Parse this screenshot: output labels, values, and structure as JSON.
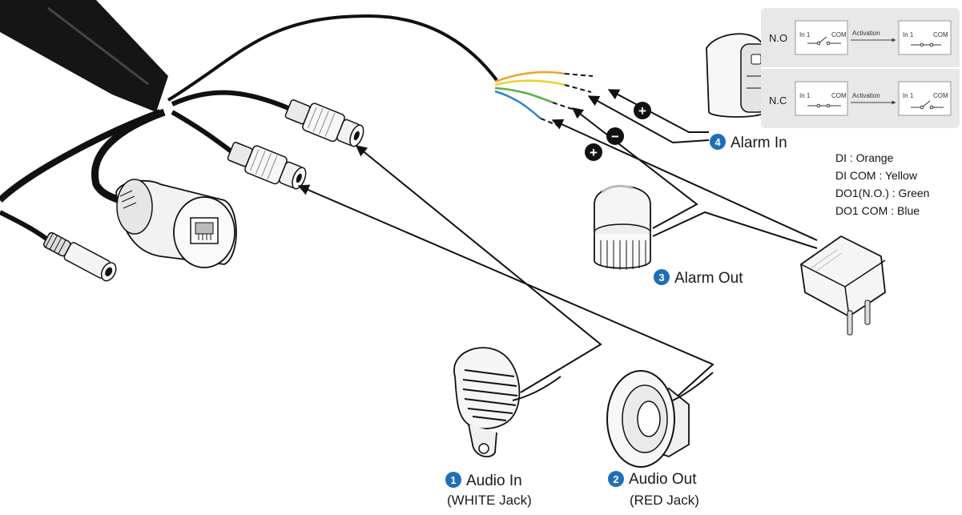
{
  "labels": {
    "audio_in": {
      "number": "1",
      "title": "Audio In",
      "subtitle": "(WHITE Jack)"
    },
    "audio_out": {
      "number": "2",
      "title": "Audio Out",
      "subtitle": "(RED Jack)"
    },
    "alarm_out": {
      "number": "3",
      "title": "Alarm Out"
    },
    "alarm_in": {
      "number": "4",
      "title": "Alarm In"
    }
  },
  "polarity": {
    "plus": "+",
    "minus": "−"
  },
  "wire_legend": [
    {
      "text": "DI : Orange",
      "color": "#f0a12c"
    },
    {
      "text": "DI COM : Yellow",
      "color": "#e6d32a"
    },
    {
      "text": "DO1(N.O.) : Green",
      "color": "#58b042"
    },
    {
      "text": "DO1 COM : Blue",
      "color": "#2f7fcf"
    }
  ],
  "switch_modes": [
    {
      "mode": "N.O",
      "in_label": "In 1",
      "com_label": "COM",
      "arrow_label": "Activation"
    },
    {
      "mode": "N.C",
      "in_label": "In 1",
      "com_label": "COM",
      "arrow_label": "Activation"
    }
  ],
  "colors": {
    "badge": "#1e6fb8",
    "panel_bg": "#e8e8e8",
    "cable": "#111111"
  }
}
